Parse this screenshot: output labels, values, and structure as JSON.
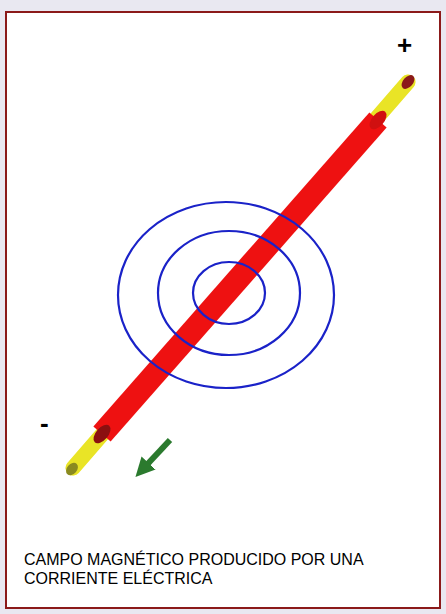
{
  "diagram": {
    "caption": "CAMPO MAGNÉTICO PRODUCIDO POR UNA CORRIENTE ELÉCTRICA",
    "labels": [
      "+",
      "-"
    ]
  }
}
